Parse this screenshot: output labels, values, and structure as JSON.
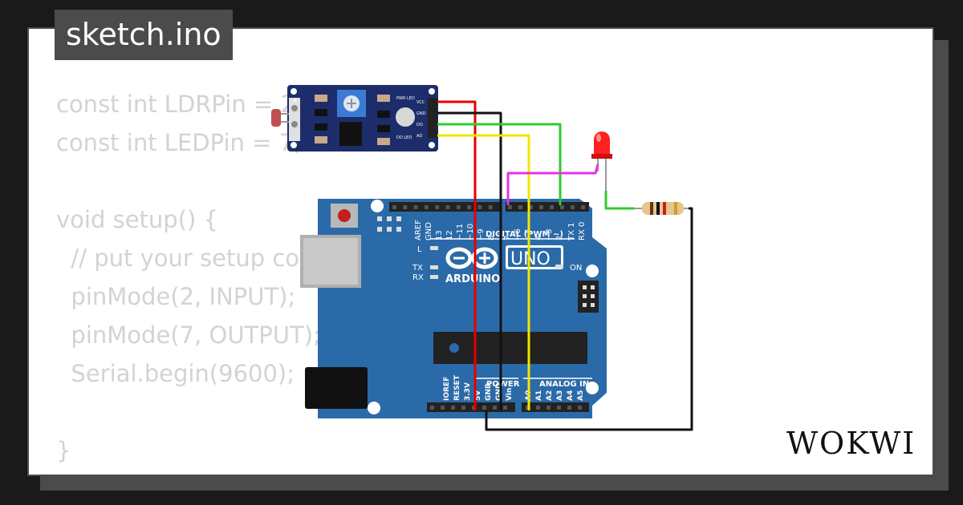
{
  "project": {
    "filename": "sketch.ino"
  },
  "code_lines": [
    "const int LDRPin = 2;",
    "const int LEDPin = 7;",
    "",
    "void setup() {",
    "  // put your setup code here, to run once:",
    "  pinMode(2, INPUT);",
    "  pinMode(7, OUTPUT);",
    "  Serial.begin(9600);",
    "",
    "}"
  ],
  "ldr_module": {
    "pin_labels": [
      "VCC",
      "GND",
      "DO",
      "AO"
    ],
    "led_labels": {
      "power": "PWR LED",
      "digital": "DO LED"
    },
    "polarity_labels": [
      "+",
      "-"
    ]
  },
  "arduino": {
    "brand": "ARDUINO",
    "model": "UNO",
    "on_label": "ON",
    "indicator_labels": [
      "L",
      "TX",
      "RX"
    ],
    "digital_header_label": "DIGITAL (PWM ~)",
    "digital_pins": [
      "AREF",
      "GND",
      "13",
      "12",
      "~11",
      "~10",
      "~9",
      "8",
      "7",
      "~6",
      "~5",
      "4",
      "~3",
      "2",
      "TX 1",
      "RX 0"
    ],
    "power_header_label": "POWER",
    "power_pins": [
      "IOREF",
      "RESET",
      "3.3V",
      "5V",
      "GND",
      "GND",
      "Vin"
    ],
    "analog_header_label": "ANALOG IN",
    "analog_pins": [
      "A0",
      "A1",
      "A2",
      "A3",
      "A4",
      "A5"
    ]
  },
  "wire_colors": {
    "vcc": "#e60000",
    "gnd": "#111111",
    "do": "#2ecc2e",
    "ao": "#f2e600",
    "led": "#e633e6",
    "led_to_resistor": "#2ecc2e"
  },
  "board_color": "#2b6aa8",
  "brand": {
    "logo_text": "WOKWI"
  }
}
